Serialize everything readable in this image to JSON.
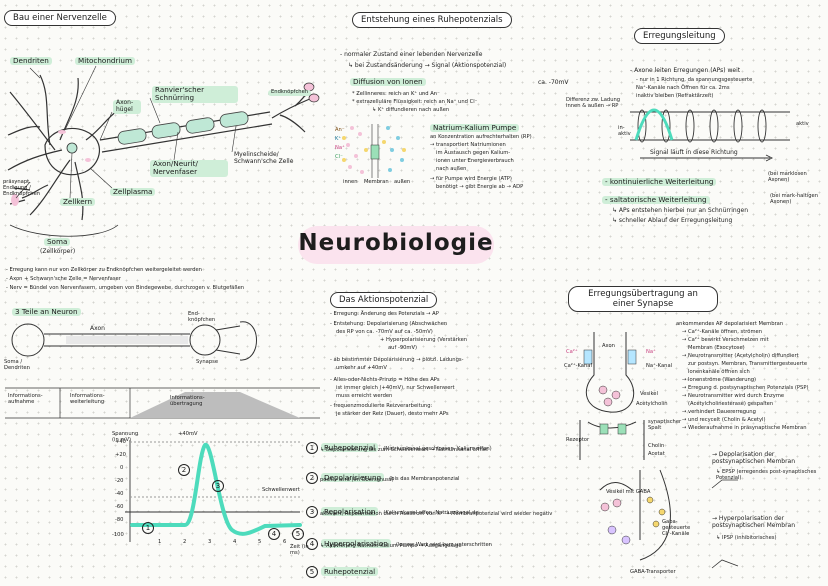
{
  "title": "Neurobiologie",
  "nerve_cell": {
    "heading": "Bau einer Nervenzelle",
    "labels": {
      "dendriten": "Dendriten",
      "mitochondrium": "Mitochondrium",
      "axonhuegel": "Axon-hügel",
      "ranvier": "Ranvier'scher Schnürring",
      "endknoepfchen": "Endknöpfchen",
      "praesynapse": "präsynapt. Endigung / Endknöpfchen",
      "zellkern": "Zellkern",
      "zellplasma": "Zellplasma",
      "axon": "Axon/Neurit/ Nervenfaser",
      "myelin": "Myelinscheide/ Schwann'sche Zelle",
      "soma": "Soma",
      "soma_sub": "(Zellkörper)"
    },
    "notes": [
      "- Erregung kann nur von Zellkörper zu Endknöpfchen weitergeleitet werden",
      "- Axon + Schwann'sche Zelle = Nervenfaser",
      "- Nerv = Bündel von Nervenfasern, umgeben von Bindegewebe, durchzogen v. Blutgefäßen"
    ]
  },
  "three_parts": {
    "heading": "3 Teile an Neuron",
    "axon": "Axon",
    "end": "End-knöpfchen",
    "soma": "Soma / Dendriten",
    "synapse": "Synapse",
    "sections": [
      "Informations-aufnahme",
      "Informations-weiterleitung",
      "Informations-übertragung"
    ]
  },
  "graph": {
    "ylabel": "Spannung (in mV)",
    "xlabel": "Zeit (in ms)",
    "peak_label": "+40mV",
    "threshold_label": "Schwellenwert",
    "y_ticks": [
      "+40",
      "+20",
      "0",
      "-20",
      "-40",
      "-60",
      "-80",
      "-100"
    ],
    "x_ticks": [
      "1",
      "2",
      "3",
      "4",
      "5",
      "6"
    ],
    "markers": [
      "1",
      "2",
      "3",
      "4",
      "5"
    ]
  },
  "resting": {
    "heading": "Entstehung eines Ruhepotenzials",
    "lines": [
      "- normaler Zustand einer lebenden Nervenzelle",
      "↳ bei Zustandsänderung → Signal (Aktionspotenzial)"
    ],
    "diffusion_heading": "Diffusion von Ionen",
    "diffusion_lines": [
      "* Zellinneres: reich an K⁺ und An⁻",
      "* extrazelluläre Flüssigkeit: reich an Na⁺ und Cl⁻",
      "↳ K⁺ diffundieren nach außen"
    ],
    "ions": [
      "An⁻",
      "K⁺",
      "Na⁺",
      "Cl⁻"
    ],
    "pump_heading": "Natrium-Kalium Pumpe",
    "pump_lines": [
      "an Konzentration aufrechterhalten (RP)",
      "→ transportiert Natriumionen",
      "im Austausch gegen Kalium-",
      "ionen unter Energieverbrauch",
      "nach außen",
      "→ für Pumpe wird Energie (ATP)",
      "benötigt → gibt Energie ab → ADP"
    ],
    "membrane": "Membran",
    "inner": "innen",
    "outer": "außen"
  },
  "excitation": {
    "heading": "Erregungsleitung",
    "voltage": "ca. -70mV",
    "diff_note": "Differenz zw. Ladung innen & außen → RP",
    "lines": [
      "- Axone leiten Erregungen (APs) weit",
      "- nur in 1 Richtung, da spannungsgesteuerte",
      "Na⁺-Kanäle nach Öffnen für ca. 2ms",
      "inaktiv bleiben (Refraktärzeit)"
    ],
    "inactive": "in-aktiv",
    "active": "aktiv",
    "signal": "Signal läuft in diese Richtung",
    "continuous": "- kontinuierliche Weiterleitung",
    "continuous_note": "(bei marklosen Axonen)",
    "saltatory": "- saltatorische Weiterleitung",
    "saltatory_note": "(bei mark-haltigen Axonen)",
    "saltatory_lines": [
      "↳ APs entstehen hierbei nur an Schnürringen",
      "↳ schneller Ablauf der Erregungsleitung"
    ]
  },
  "action_potential": {
    "heading": "Das Aktionspotenzial",
    "lines": [
      "- Erregung: Änderung des Potenzials → AP",
      "- Entstehung: Depolarisierung (Abschwächen",
      "des RP von ca. -70mV auf ca. -50mV)",
      "+ Hyperpolarisierung (Verstärken",
      "auf -90mV)",
      "- ab bestimmter Depolarisierung → plötzl. Ladungs-",
      "umkehr auf +40mV",
      "- Alles-oder-Nichts-Prinzip = Höhe des APs",
      "ist immer gleich (+40mV), nur Schwellenwert",
      "muss erreicht werden",
      "- frequenzmodulierte Reizverarbeitung:",
      "je stärker der Reiz (Dauer), desto mehr APs"
    ],
    "phases": [
      {
        "n": "1",
        "title": "Ruhepotenzial",
        "text": "(Natriumkanal geschlossen, Kalium offen)",
        "sub": "↳ Depolarisierung bis zum Schwellenwert → Natriumkanal öffnet"
      },
      {
        "n": "2",
        "title": "Depolarisierung",
        "text": "(bis das Membranpotenzial",
        "sub": "positiv wird (im Überschuss)"
      },
      {
        "n": "3",
        "title": "Repolarisation",
        "text": "(Kaliumkanal offen, Natriumkanal de-",
        "sub": "aktiviert, Repolarisation durch Ausstrom von K⁺ → Membranpotenzial wird wieder negativ"
      },
      {
        "n": "4",
        "title": "Hyperpolarisation",
        "text": "(kurzer Wert wird kurz unterschritten",
        "sub": "↳ Aktivierung Natrium-Kalium Pumpe → Ausgangslage"
      },
      {
        "n": "5",
        "title": "Ruhepotenzial",
        "text": "",
        "sub": ""
      }
    ]
  },
  "synapse": {
    "heading": "Erregungsübertragung an einer Synapse",
    "labels": [
      "Axon",
      "Ca²⁺",
      "Na⁺",
      "Vesikel",
      "Acetylcholin",
      "synaptischer Spalt",
      "Rezeptor",
      "Cholin",
      "Acetat",
      "Ca²⁺-Kanal",
      "Na⁺-Kanal"
    ],
    "steps": [
      "ankommendes AP depolarisiert Membran",
      "→ Ca²⁺-Kanäle öffnen, strömen",
      "→ Ca²⁺ bewirkt Verschmelzen mit",
      "Membran (Exocytose)",
      "→ Neurotransmitter (Acetylcholin) diffundiert",
      "zur postsyn. Membran, Transmittergesteuerte",
      "Ionenkanäle öffnen sich",
      "→ Ionenströme (Wanderung)",
      "→ Erregung d. postsynaptischen Potenzials (PSP)",
      "→ Neurotransmitter wird durch Enzyme",
      "(Acetylcholinesterase) gespalten",
      "→ verhindert Dauererregung",
      "→ und recycelt (Cholin & Acetyl)",
      "→ Wiederaufnahme in präsynaptische Membran"
    ],
    "depol": "→ Depolarisation der postsynaptischen Membran",
    "epsp": "↳ EPSP (erregendes post-synaptisches Potenzial)",
    "hyper": "→ Hyperpolarisation der postsynaptischen Membran",
    "ipsp": "↳ IPSP (inhibitorisches)",
    "gaba": "Gaba-gesteuerte Cl⁻-Kanäle",
    "gaba_transporter": "GABA-Transporter",
    "vesicle_gaba": "Vesikel mit GABA"
  }
}
